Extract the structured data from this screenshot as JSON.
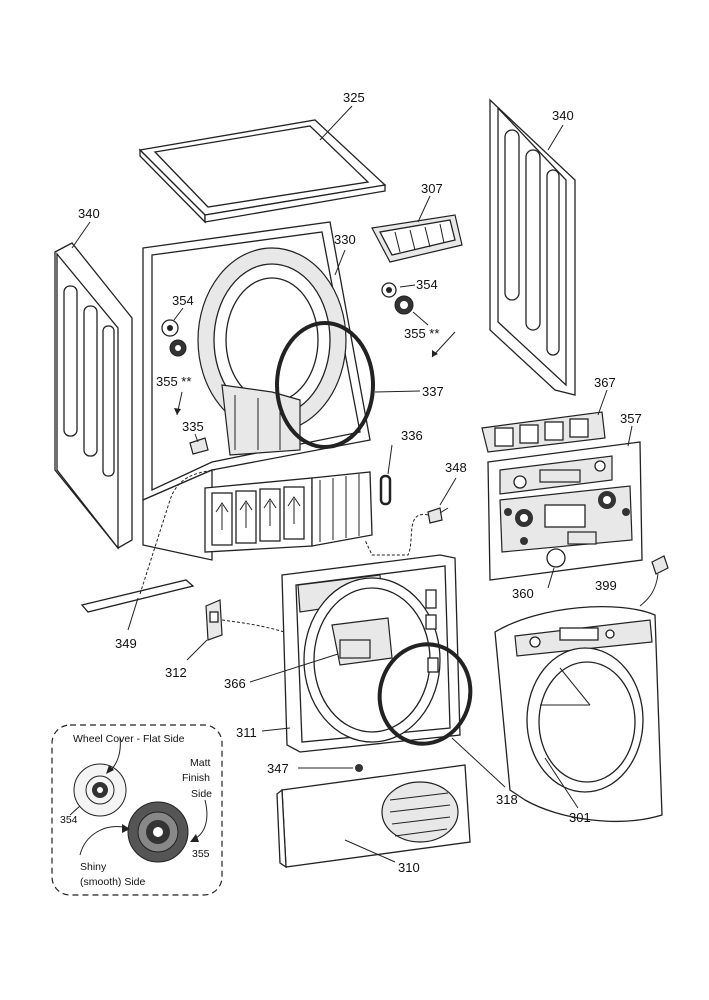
{
  "callouts": {
    "c325": "325",
    "c340_right": "340",
    "c340_left": "340",
    "c307": "307",
    "c330": "330",
    "c354_right": "354",
    "c355_right": "355 **",
    "c354_left": "354",
    "c355_left": "355 **",
    "c337": "337",
    "c335": "335",
    "c336": "336",
    "c348": "348",
    "c367": "367",
    "c357": "357",
    "c360": "360",
    "c399": "399",
    "c349": "349",
    "c312": "312",
    "c366": "366",
    "c311": "311",
    "c347": "347",
    "c318": "318",
    "c310": "310",
    "c301": "301"
  },
  "inset": {
    "title": "Wheel Cover - Flat Side",
    "matt": "Matt",
    "finish": "Finish",
    "side": "Side",
    "shiny": "Shiny",
    "smooth": "(smooth) Side",
    "c354": "354",
    "c355": "355"
  }
}
